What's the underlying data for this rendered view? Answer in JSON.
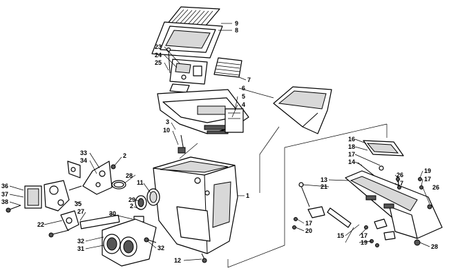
{
  "callouts": [
    {
      "id": "c1",
      "text": "1"
    },
    {
      "id": "c2a",
      "text": "2"
    },
    {
      "id": "c2b",
      "text": "2"
    },
    {
      "id": "c3",
      "text": "3"
    },
    {
      "id": "c4",
      "text": "4"
    },
    {
      "id": "c5",
      "text": "5"
    },
    {
      "id": "c6",
      "text": "6"
    },
    {
      "id": "c7",
      "text": "7"
    },
    {
      "id": "c8",
      "text": "8"
    },
    {
      "id": "c9",
      "text": "9"
    },
    {
      "id": "c10",
      "text": "10"
    },
    {
      "id": "c11",
      "text": "11"
    },
    {
      "id": "c12",
      "text": "12"
    },
    {
      "id": "c13",
      "text": "13"
    },
    {
      "id": "c14",
      "text": "14"
    },
    {
      "id": "c15",
      "text": "15"
    },
    {
      "id": "c16",
      "text": "16"
    },
    {
      "id": "c17a",
      "text": "17"
    },
    {
      "id": "c17b",
      "text": "17"
    },
    {
      "id": "c17c",
      "text": "17"
    },
    {
      "id": "c17d",
      "text": "17"
    },
    {
      "id": "c17e",
      "text": "17"
    },
    {
      "id": "c18",
      "text": "18"
    },
    {
      "id": "c19a",
      "text": "19"
    },
    {
      "id": "c19b",
      "text": "19"
    },
    {
      "id": "c20",
      "text": "20"
    },
    {
      "id": "c21",
      "text": "21"
    },
    {
      "id": "c22",
      "text": "22"
    },
    {
      "id": "c23",
      "text": "23"
    },
    {
      "id": "c24",
      "text": "24"
    },
    {
      "id": "c25",
      "text": "25"
    },
    {
      "id": "c26a",
      "text": "26"
    },
    {
      "id": "c26b",
      "text": "26"
    },
    {
      "id": "c27",
      "text": "27"
    },
    {
      "id": "c28a",
      "text": "28"
    },
    {
      "id": "c28b",
      "text": "28"
    },
    {
      "id": "c29",
      "text": "29"
    },
    {
      "id": "c30",
      "text": "30"
    },
    {
      "id": "c31",
      "text": "31"
    },
    {
      "id": "c32a",
      "text": "32"
    },
    {
      "id": "c32b",
      "text": "32"
    },
    {
      "id": "c33",
      "text": "33"
    },
    {
      "id": "c34",
      "text": "34"
    },
    {
      "id": "c35",
      "text": "35"
    },
    {
      "id": "c36",
      "text": "36"
    },
    {
      "id": "c37",
      "text": "37"
    },
    {
      "id": "c38",
      "text": "38"
    }
  ]
}
